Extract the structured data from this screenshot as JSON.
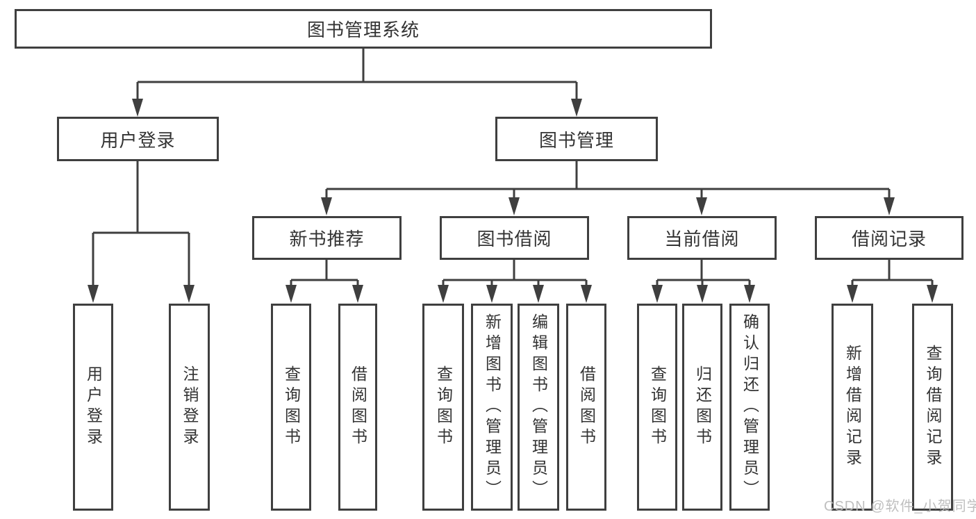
{
  "diagram": {
    "root": {
      "label": "图书管理系统"
    },
    "level2": [
      {
        "label": "用户登录",
        "leaves": [
          {
            "label": "用户登录"
          },
          {
            "label": "注销登录"
          }
        ]
      },
      {
        "label": "图书管理",
        "sections": [
          {
            "label": "新书推荐",
            "leaves": [
              {
                "label": "查询图书"
              },
              {
                "label": "借阅图书"
              }
            ]
          },
          {
            "label": "图书借阅",
            "leaves": [
              {
                "label": "查询图书"
              },
              {
                "label": "新增图书（管理员）"
              },
              {
                "label": "编辑图书（管理员）"
              },
              {
                "label": "借阅图书"
              }
            ]
          },
          {
            "label": "当前借阅",
            "leaves": [
              {
                "label": "查询图书"
              },
              {
                "label": "归还图书"
              },
              {
                "label": "确认归还（管理员）"
              }
            ]
          },
          {
            "label": "借阅记录",
            "leaves": [
              {
                "label": "新增借阅记录"
              },
              {
                "label": "查询借阅记录"
              }
            ]
          }
        ]
      }
    ]
  },
  "watermark": {
    "text": "CSDN @软件_小贺同学"
  },
  "colors": {
    "line": "#3f3f3f",
    "text": "#333333",
    "watermark": "#bcbcbc",
    "background": "#ffffff"
  }
}
